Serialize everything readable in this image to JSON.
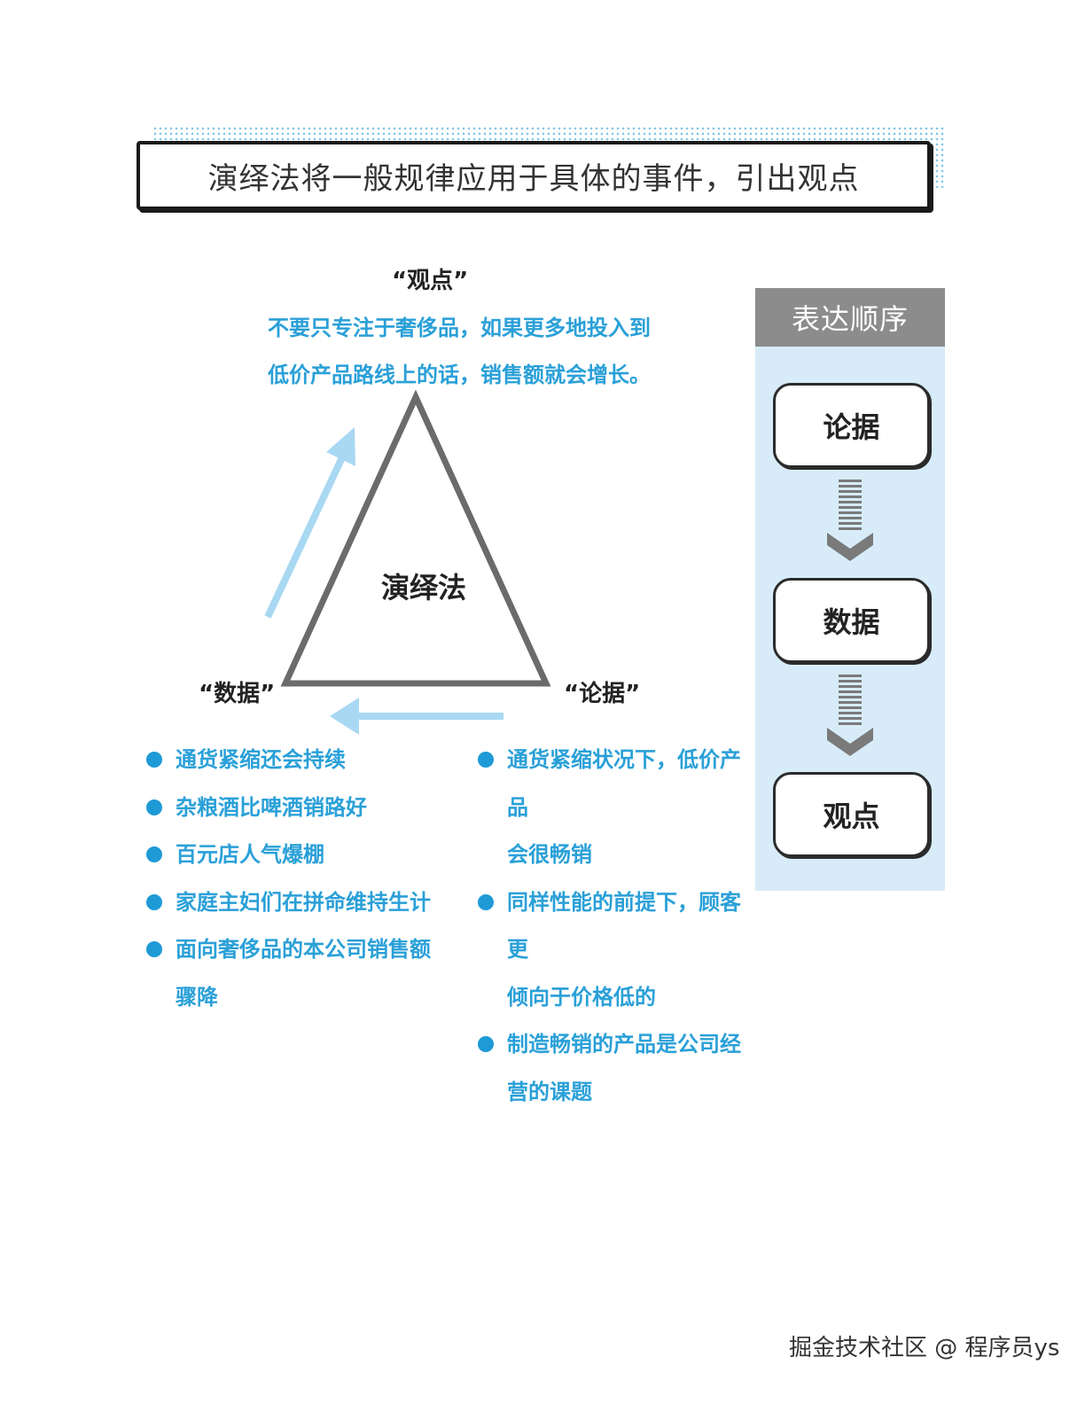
{
  "title": "演绎法将一般规律应用于具体的事件，引出观点",
  "triangle": {
    "center": "演绎法",
    "top_label": "“观点”",
    "left_label": "“数据”",
    "right_label": "“论据”",
    "opinion_lines": [
      "不要只专注于奢侈品，如果更多地投入到",
      "低价产品路线上的话，销售额就会增长。"
    ]
  },
  "data_points": [
    [
      "通货紧缩还会持续"
    ],
    [
      "杂粮酒比啤酒销路好"
    ],
    [
      "百元店人气爆棚"
    ],
    [
      "家庭主妇们在拼命维持生计"
    ],
    [
      "面向奢侈品的本公司销售额",
      "骤降"
    ]
  ],
  "reasons": [
    [
      "通货紧缩状况下，低价产品",
      "会很畅销"
    ],
    [
      "同样性能的前提下，顾客更",
      "倾向于价格低的"
    ],
    [
      "制造畅销的产品是公司经",
      "营的课题"
    ]
  ],
  "order_panel": {
    "title": "表达顺序",
    "steps": [
      "论据",
      "数据",
      "观点"
    ]
  },
  "colors": {
    "accent_blue": "#2aa0d8",
    "arrow_blue": "#a9d8f2",
    "triangle_gray": "#6b6b6b",
    "panel_bg": "#d7ecf8",
    "panel_head": "#8c8c8c"
  },
  "watermark": "掘金技术社区 @ 程序员ys"
}
